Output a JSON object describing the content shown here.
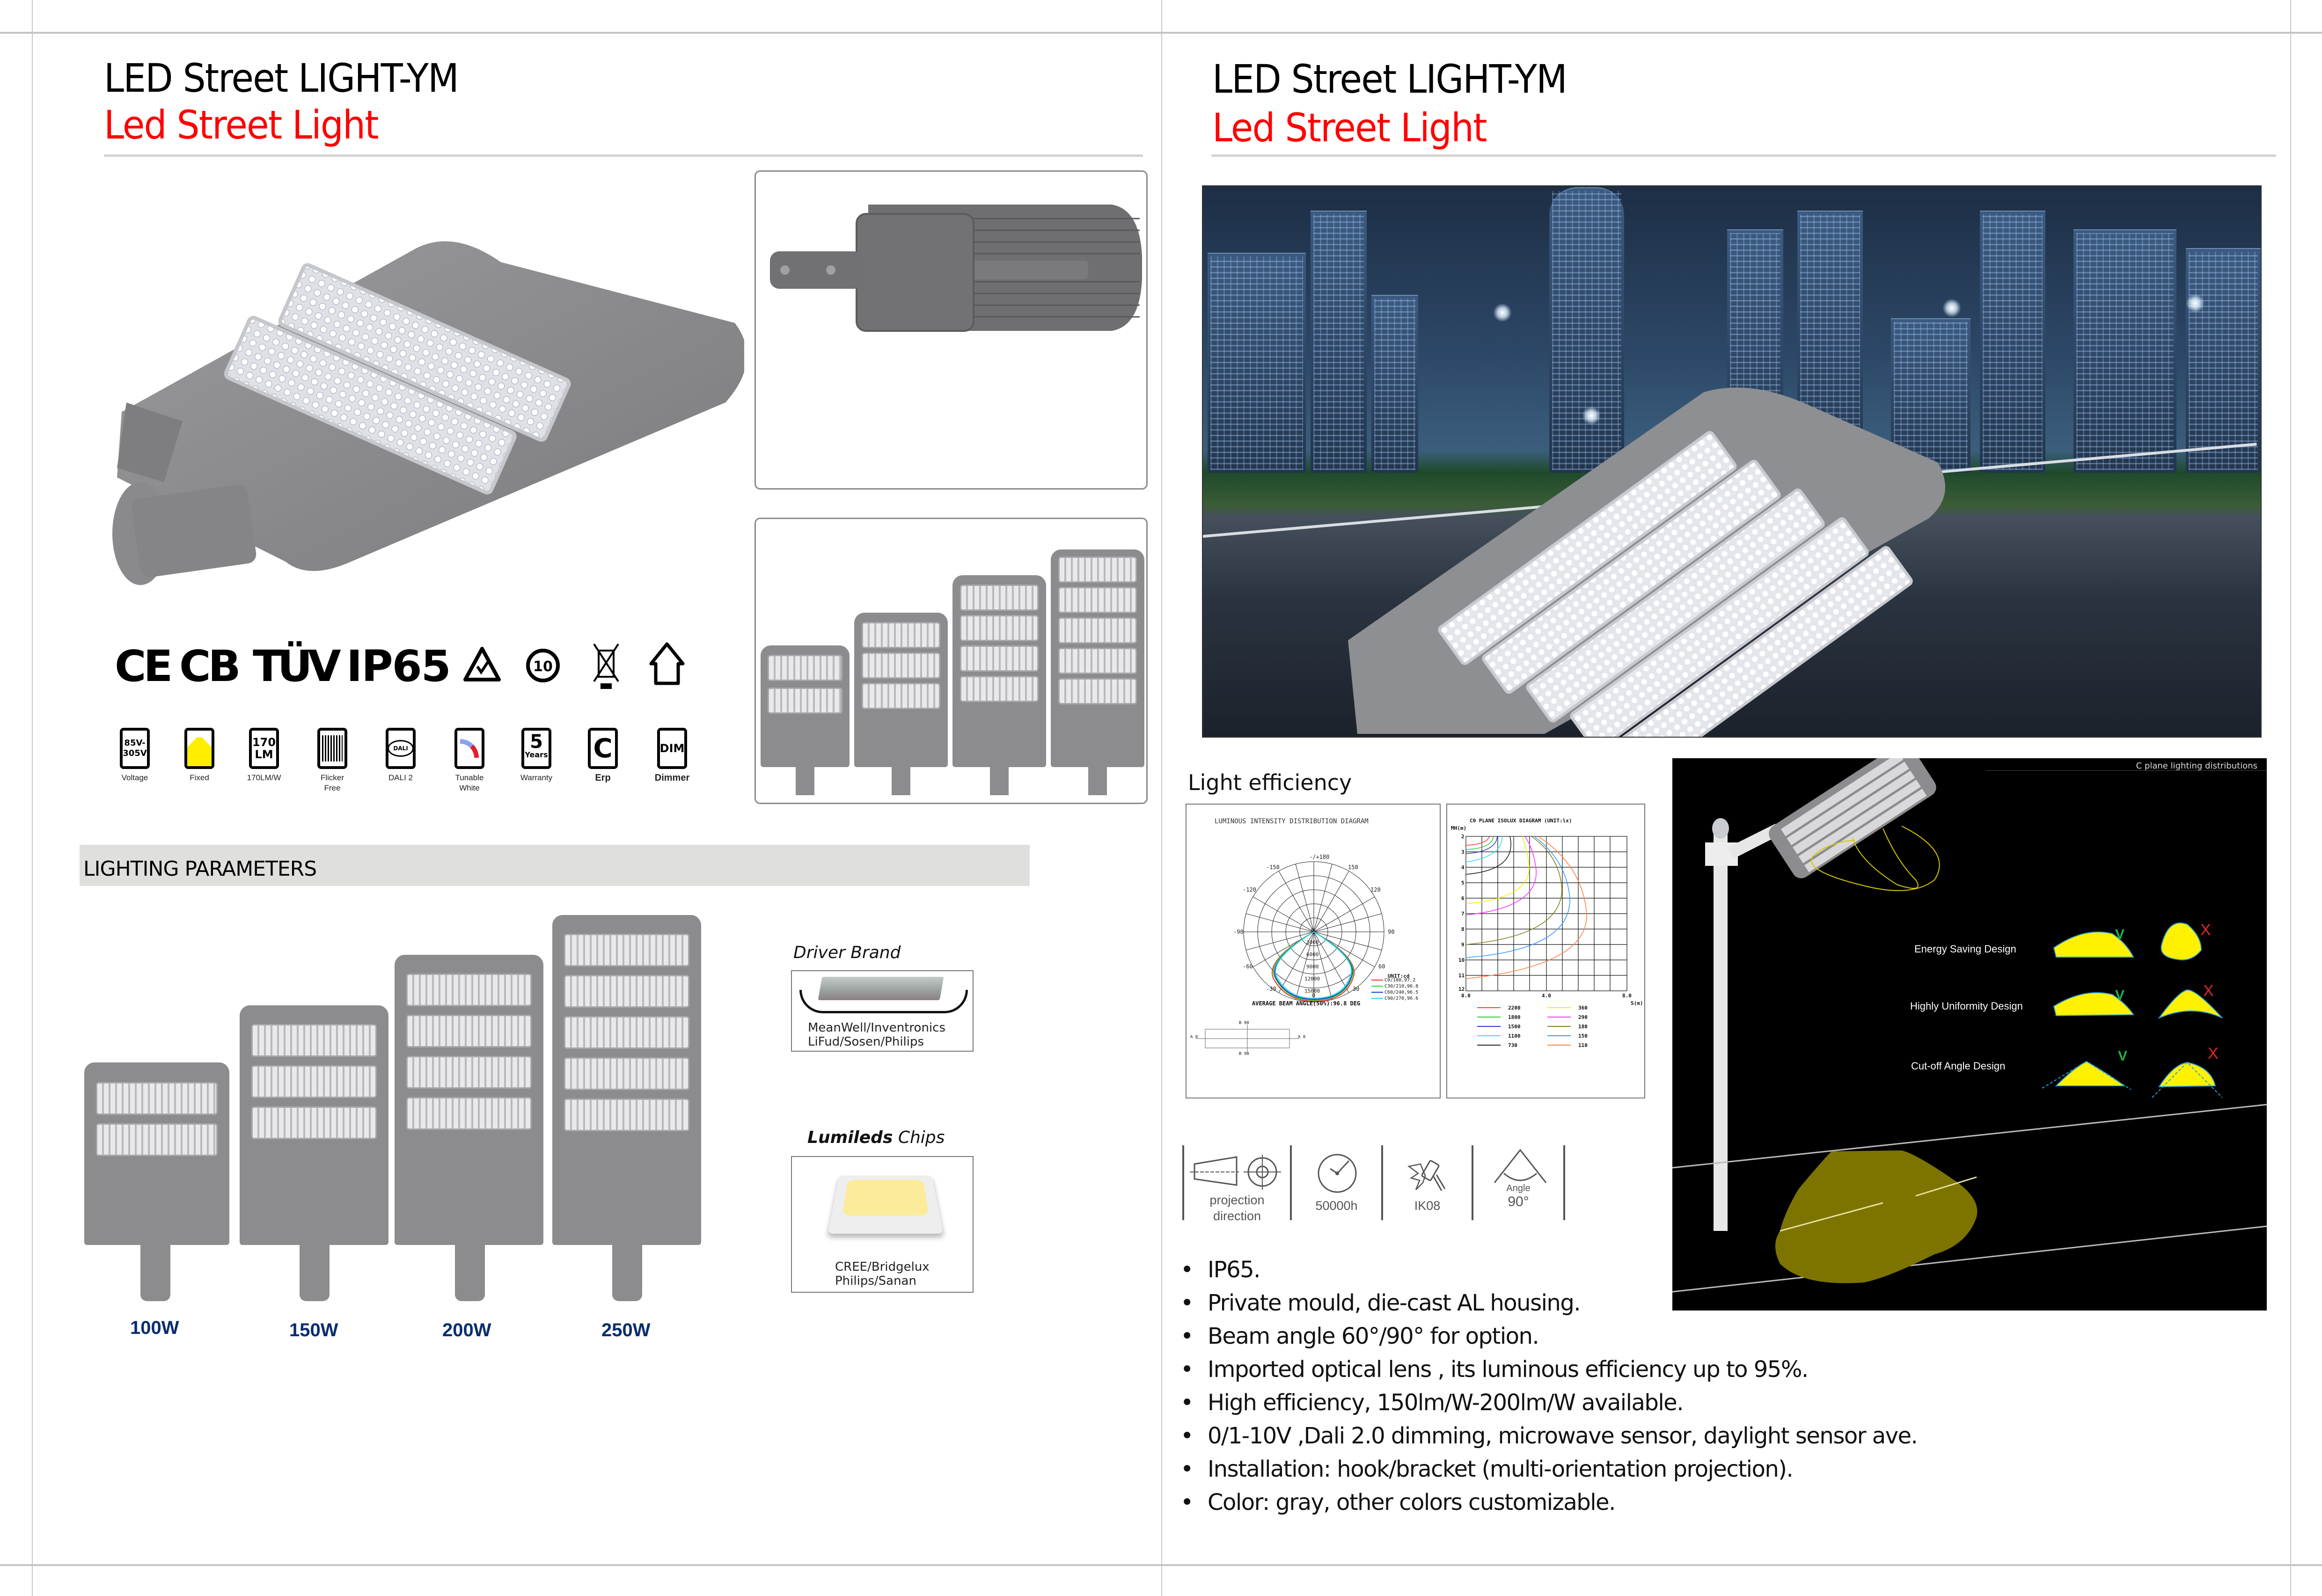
{
  "left_page": {
    "title": "LED Street LIGHT-YM",
    "subtitle": "Led Street Light",
    "certifications": [
      "CE",
      "CB",
      "TÜV",
      "IP65",
      "RCM-icon",
      "10-year-recycle-icon",
      "WEEE-bin-icon",
      "indoor-use-house-icon"
    ],
    "feature_icons": [
      {
        "icon": "voltage-icon",
        "box_line1": "85V-",
        "box_line2": "305V",
        "label": "Voltage"
      },
      {
        "icon": "fixed-beam-icon",
        "label": "Fixed"
      },
      {
        "icon": "lumen-icon",
        "box_line1": "170",
        "box_line2": "LM",
        "label": "170LM/W"
      },
      {
        "icon": "flicker-free-icon",
        "label_line1": "Flicker",
        "label_line2": "Free"
      },
      {
        "icon": "dali-icon",
        "box_text": "DALI",
        "label": "DALI 2"
      },
      {
        "icon": "tunable-white-icon",
        "label_line1": "Tunable",
        "label_line2": "White"
      },
      {
        "icon": "warranty-icon",
        "box_line1": "5",
        "box_line2": "Years",
        "label": "Warranty"
      },
      {
        "icon": "erp-icon",
        "box_text": "C",
        "label": "Erp"
      },
      {
        "icon": "dimmer-icon",
        "box_text": "DIM",
        "label": "Dimmer"
      }
    ],
    "section_title": "LIGHTING PARAMETERS",
    "models": [
      {
        "wattage": "100W",
        "modules": 2
      },
      {
        "wattage": "150W",
        "modules": 3
      },
      {
        "wattage": "200W",
        "modules": 4
      },
      {
        "wattage": "250W",
        "modules": 5
      }
    ],
    "driver": {
      "heading": "Driver Brand",
      "line1": "MeanWell/Inventronics",
      "line2": "LiFud/Sosen/Philips"
    },
    "chips": {
      "heading_bold": "Lumileds",
      "heading_rest": " Chips",
      "line1": "CREE/Bridgelux",
      "line2": "Philips/Sanan"
    }
  },
  "right_page": {
    "title": "LED Street LIGHT-YM",
    "subtitle": "Led Street Light",
    "light_efficiency_label": "Light efficiency",
    "polar_diagram": {
      "title": "LUMINOUS INTENSITY DISTRIBUTION DIAGRAM",
      "angle_labels": [
        "-/+180",
        "-150",
        "150",
        "-120",
        "120",
        "-90",
        "90",
        "-60",
        "60",
        "-30",
        "30",
        "0"
      ],
      "ring_labels": [
        "0",
        "3000",
        "6000",
        "9000",
        "12000",
        "15000"
      ],
      "unit": "UNIT:cd",
      "legend": [
        {
          "label": "C0/180,97.2",
          "color": "#ff2a2a"
        },
        {
          "label": "C30/210,96.8",
          "color": "#22dd22"
        },
        {
          "label": "C60/240,96.5",
          "color": "#2233dd"
        },
        {
          "label": "C90/270,96.6",
          "color": "#22dddd"
        }
      ],
      "footer": "AVERAGE BEAM ANGLE(50%):96.8 DEG",
      "inset_labels": {
        "a": "A 0",
        "b": "B 90"
      }
    },
    "isolux_diagram": {
      "title": "C0 PLANE ISOLUX DIAGRAM (UNIT:lx)",
      "y_label": "MH(m)",
      "x_label": "S(m)",
      "y_ticks": [
        "2",
        "3",
        "4",
        "5",
        "6",
        "7",
        "8",
        "9",
        "10",
        "11",
        "12"
      ],
      "x_ticks": [
        "0.0",
        "4.0",
        "8.0"
      ],
      "legend": [
        {
          "value": "2200",
          "color": "#ff3b3b"
        },
        {
          "value": "1800",
          "color": "#33cc33"
        },
        {
          "value": "1500",
          "color": "#3333cc"
        },
        {
          "value": "1100",
          "color": "#33e0f0"
        },
        {
          "value": "730",
          "color": "#222222"
        },
        {
          "value": "360",
          "color": "#f2f200"
        },
        {
          "value": "290",
          "color": "#ff33ff"
        },
        {
          "value": "180",
          "color": "#808020"
        },
        {
          "value": "150",
          "color": "#3399ff"
        },
        {
          "value": "110",
          "color": "#ff8040"
        }
      ]
    },
    "distribution_panel": {
      "title": "C plane lighting distributions",
      "rows": [
        {
          "label": "Energy Saving Design",
          "good": "V",
          "bad": "X"
        },
        {
          "label": "Highly Uniformity Design",
          "good": "V",
          "bad": "X"
        },
        {
          "label": "Cut-off Angle Design",
          "good": "V",
          "bad": "X"
        }
      ]
    },
    "spec_icons": [
      {
        "icon": "projection-direction-icon",
        "line1": "projection",
        "line2": "direction"
      },
      {
        "icon": "clock-icon",
        "line1": "50000h"
      },
      {
        "icon": "impact-hammer-icon",
        "line1": "IK08"
      },
      {
        "icon": "beam-angle-icon",
        "line1": "Angle",
        "line2": "90°"
      }
    ],
    "features": [
      "IP65.",
      "Private mould, die-cast AL housing.",
      "Beam angle 60°/90° for option.",
      "Imported optical lens , its luminous efficiency up to 95%.",
      "High efficiency, 150lm/W-200lm/W available.",
      "0/1-10V ,Dali 2.0 dimming, microwave sensor, daylight sensor ave.",
      "Installation: hook/bracket (multi-orientation projection).",
      "Color: gray, other colors customizable."
    ]
  },
  "colors": {
    "title_red": "#ff0000",
    "wattage_blue": "#0a2d6e",
    "section_band": "#dfdfdd",
    "housing_gray": "#8c8c8e",
    "beam_pool": "#7d7400",
    "distribution_yellow": "#fff200"
  }
}
